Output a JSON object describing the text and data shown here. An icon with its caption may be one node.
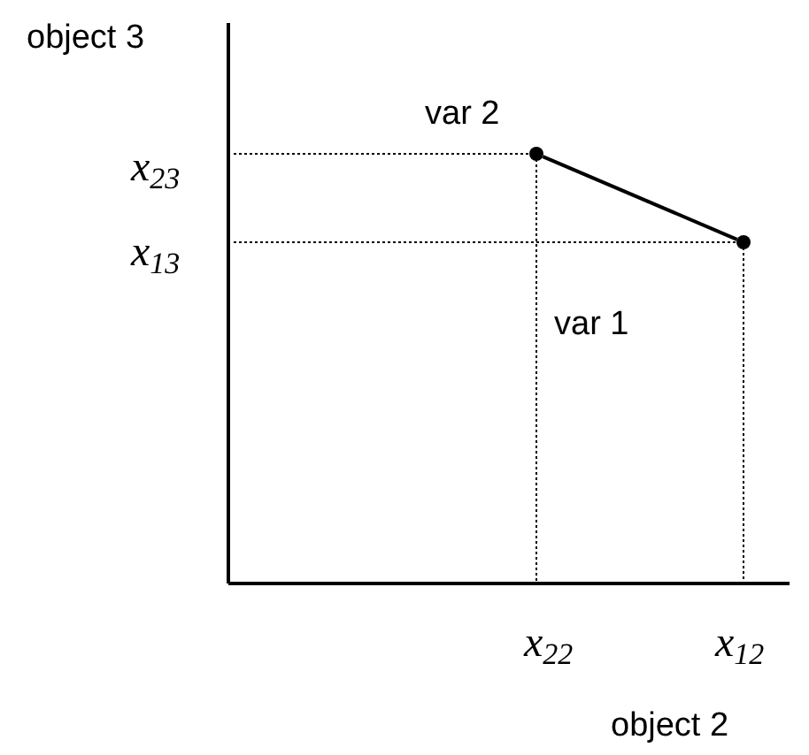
{
  "diagram": {
    "nodes": [
      {
        "text": [],
        "shape": "circle",
        "beside": [
          "var 2"
        ]
      },
      {
        "text": [],
        "shape": "circle",
        "beside": [
          "var 1"
        ]
      }
    ],
    "edges": [
      {
        "from": 0,
        "to": 1,
        "arrow": "none"
      }
    ],
    "labels": [
      "object 3",
      "x$_{23}$",
      "x$_{13}$",
      "x$_{22}$",
      "x$_{12}$",
      "object 2"
    ]
  }
}
